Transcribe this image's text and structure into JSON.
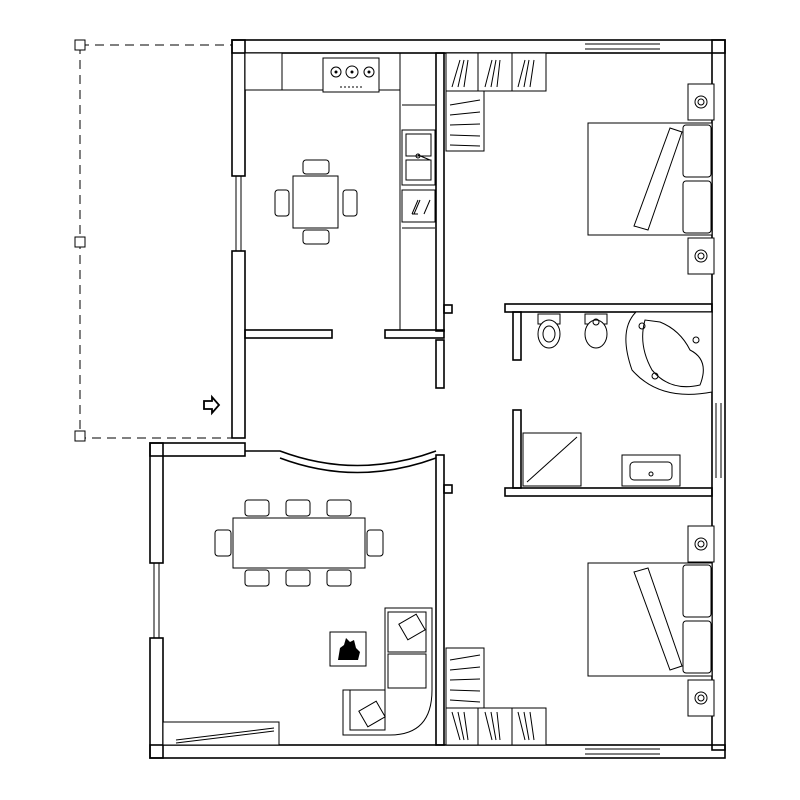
{
  "plan": {
    "rooms": [
      {
        "id": "kitchen",
        "label": ""
      },
      {
        "id": "bedroom-1",
        "label": ""
      },
      {
        "id": "bathroom",
        "label": ""
      },
      {
        "id": "living-room",
        "label": ""
      },
      {
        "id": "bedroom-2",
        "label": ""
      },
      {
        "id": "hallway",
        "label": ""
      }
    ],
    "icons": [
      "entrance-arrow-icon",
      "fireplace-icon",
      "stove-icon",
      "sink-icon",
      "toilet-icon",
      "bidet-icon",
      "bathtub-icon",
      "shower-icon",
      "washbasin-icon",
      "bed-icon",
      "wardrobe-icon",
      "sofa-icon",
      "dining-table-icon",
      "nightstand-lamp-icon"
    ],
    "colors": {
      "line": "#000000",
      "background": "#ffffff"
    }
  }
}
